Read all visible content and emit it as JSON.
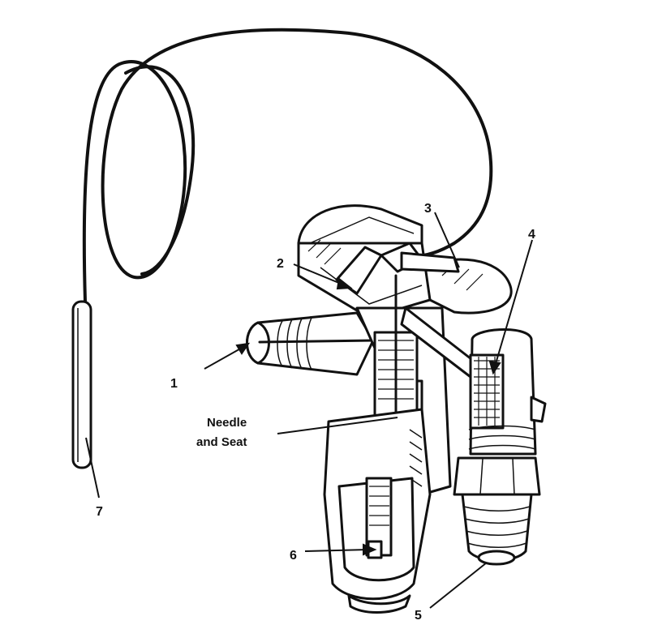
{
  "labels": {
    "inlet": "1",
    "diaphragm": "2",
    "power_head": "3",
    "strainer": "4",
    "outlet": "5",
    "adjuster": "6",
    "bulb": "7",
    "needle_line1": "Needle",
    "needle_line2": "and Seat"
  }
}
